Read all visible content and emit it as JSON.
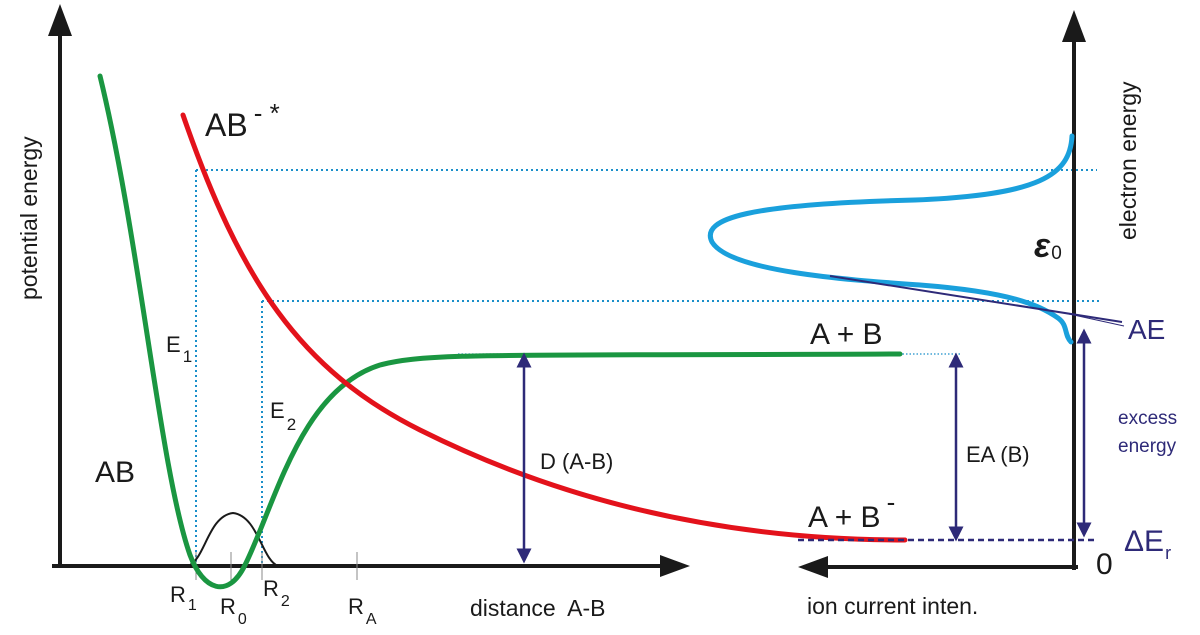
{
  "axes": {
    "y_left_label": "potential energy",
    "x_left_label": "distance  A-B",
    "y_right_label": "electron energy",
    "x_right_label": "ion current inten."
  },
  "curves": {
    "ab_label": "AB",
    "ab_minus_star_label_main": "AB",
    "ab_minus_star_label_sup": "- *",
    "a_plus_b_label": "A + B",
    "a_plus_b_minus_label_main": "A + B",
    "a_plus_b_minus_label_sup": "-"
  },
  "energies": {
    "e1_main": "E",
    "e1_sub": "1",
    "e2_main": "E",
    "e2_sub": "2",
    "dissociation": "D (A-B)",
    "electron_affinity": "EA (B)",
    "epsilon_main": "ε",
    "epsilon_sub": "0",
    "ae": "AE",
    "excess_line1": "excess",
    "excess_line2": "energy",
    "delta_er_main": "ΔE",
    "delta_er_sub": "r",
    "zero": "0"
  },
  "distances": {
    "r1_main": "R",
    "r1_sub": "1",
    "r0_main": "R",
    "r0_sub": "0",
    "r2_main": "R",
    "r2_sub": "2",
    "ra_main": "R",
    "ra_sub": "A"
  },
  "colors": {
    "green_curve": "#1a9641",
    "red_curve": "#e3121b",
    "cyan_curve": "#1aa0dc",
    "navy_arrow": "#2e2a78",
    "axis": "#1a1a1a",
    "dotted_guide": "#1a8fc9"
  }
}
